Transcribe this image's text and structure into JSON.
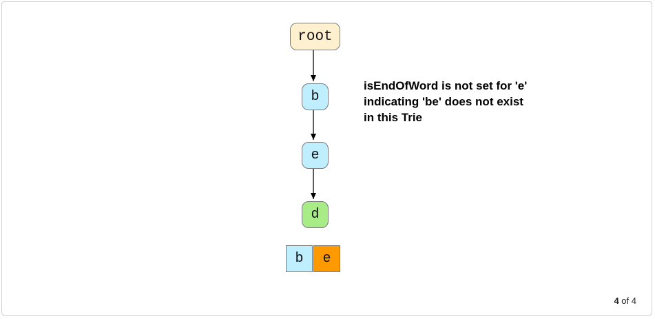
{
  "diagram": {
    "nodes": {
      "root": {
        "label": "root",
        "fill": "#fff0cf"
      },
      "b": {
        "label": "b",
        "fill": "#bfeeff"
      },
      "e": {
        "label": "e",
        "fill": "#bfeeff"
      },
      "d": {
        "label": "d",
        "fill": "#a7ec87"
      }
    },
    "edges": [
      {
        "from": "root",
        "to": "b"
      },
      {
        "from": "b",
        "to": "e"
      },
      {
        "from": "e",
        "to": "d"
      }
    ],
    "word": [
      {
        "letter": "b",
        "fill": "#bfeeff"
      },
      {
        "letter": "e",
        "fill": "#ff9900"
      }
    ],
    "note": "isEndOfWord is not set for 'e' indicating 'be' does not exist in this Trie"
  },
  "pager": {
    "current": "4",
    "of_label": "of",
    "total": "4"
  }
}
